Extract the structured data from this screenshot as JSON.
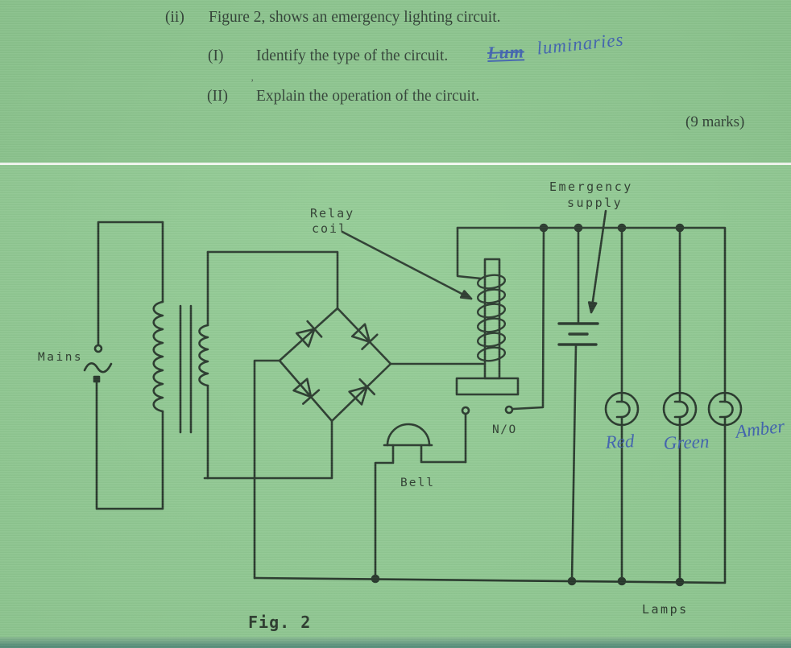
{
  "question": {
    "item_label": "(ii)",
    "item_text": "Figure 2, shows an emergency lighting circuit.",
    "sub_items": [
      {
        "label": "(I)",
        "text": "Identify the type of the circuit."
      },
      {
        "label": "(II)",
        "text": "Explain the operation of the circuit."
      }
    ],
    "marks": "(9 marks)",
    "stray_mark": "’",
    "handwritten_answer": {
      "struck": "Lum",
      "text": "luminaries"
    }
  },
  "diagram": {
    "caption": "Fig. 2",
    "labels": {
      "mains": "Mains",
      "relay_line1": "Relay",
      "relay_line2": "coil",
      "emergency_line1": "Emergency",
      "emergency_line2": "supply",
      "no_contact": "N/O",
      "bell": "Bell",
      "lamps": "Lamps"
    },
    "lamp_names": [
      {
        "text": "Red"
      },
      {
        "text": "Green"
      },
      {
        "text": "Amber"
      }
    ],
    "colors": {
      "paper_top": "#8cc68e",
      "paper_bottom": "#91cb93",
      "ink": "#253629",
      "handwriting_blue": "#3f63b0",
      "bottom_band": "#54907b"
    }
  }
}
